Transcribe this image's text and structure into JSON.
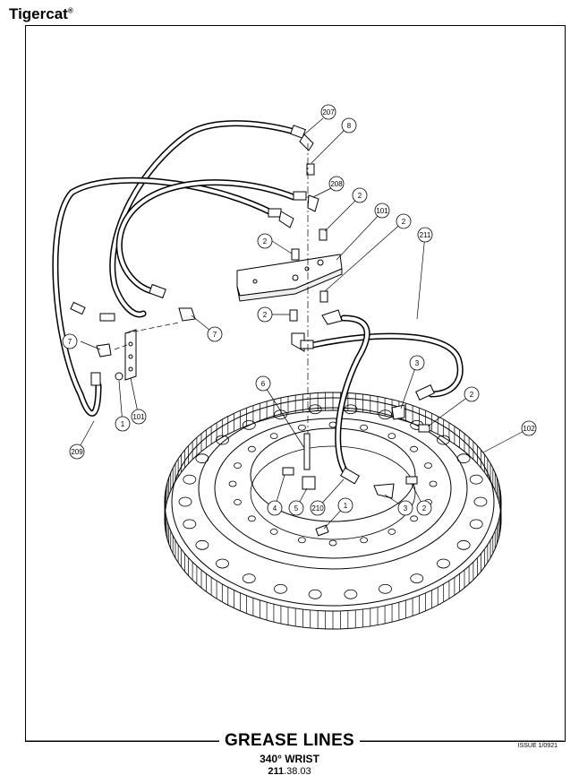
{
  "brand": {
    "name": "Tigercat",
    "mark": "®"
  },
  "title": "GREASE LINES",
  "subtitle": "340° WRIST",
  "page_number": {
    "prefix": "211",
    "suffix": ".38.03"
  },
  "issue": "ISSUE 1/0921",
  "callouts": [
    "207",
    "8",
    "208",
    "2",
    "101",
    "2",
    "211",
    "2",
    "2",
    "7",
    "7",
    "1",
    "101",
    "209",
    "3",
    "2",
    "102",
    "6",
    "4",
    "5",
    "210",
    "1",
    "3",
    "2"
  ]
}
